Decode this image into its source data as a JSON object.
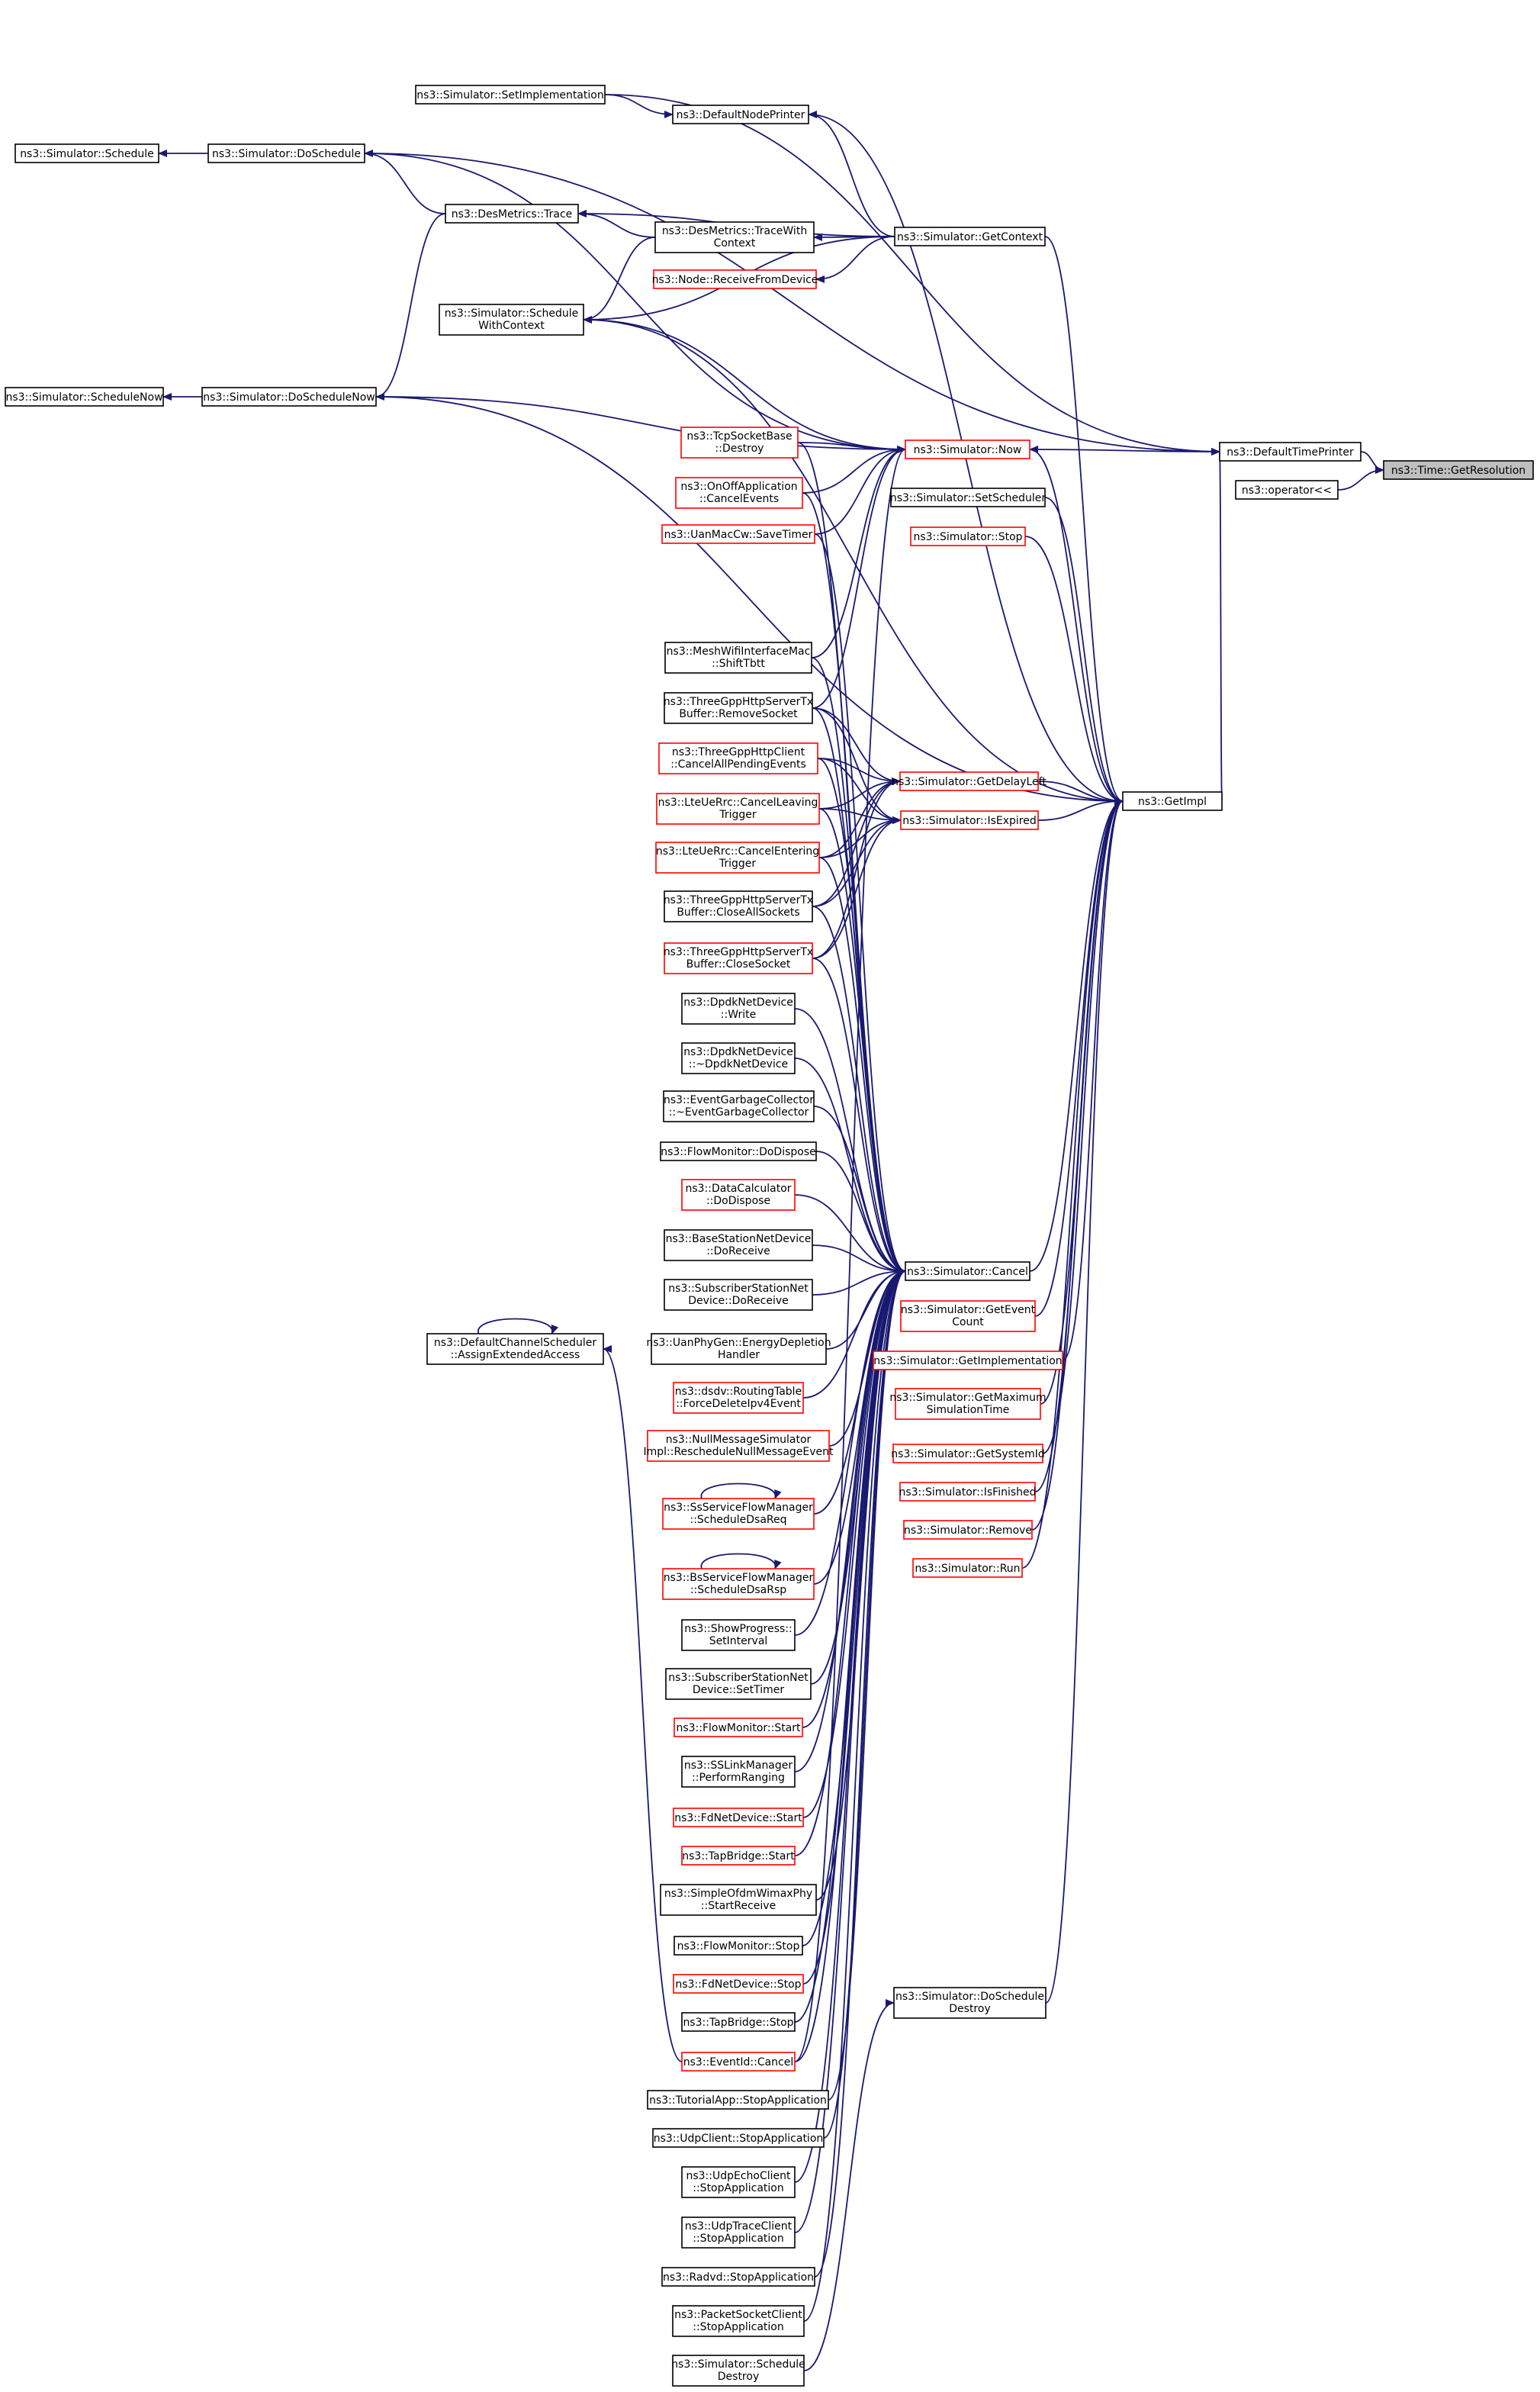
{
  "diagram": {
    "nodes": [
      {
        "id": "GR",
        "lines": [
          "ns3::Time::GetResolution"
        ],
        "style": "grey"
      },
      {
        "id": "DTP",
        "lines": [
          "ns3::DefaultTimePrinter"
        ],
        "style": "black"
      },
      {
        "id": "OPL",
        "lines": [
          "ns3::operator<<"
        ],
        "style": "black"
      },
      {
        "id": "NOW",
        "lines": [
          "ns3::Simulator::Now"
        ],
        "style": "red"
      },
      {
        "id": "GIMPL",
        "lines": [
          "ns3::GetImpl"
        ],
        "style": "black"
      },
      {
        "id": "SIMPL",
        "lines": [
          "ns3::Simulator::SetImplementation"
        ],
        "style": "black"
      },
      {
        "id": "DNP",
        "lines": [
          "ns3::DefaultNodePrinter"
        ],
        "style": "black"
      },
      {
        "id": "SCH",
        "lines": [
          "ns3::Simulator::Schedule"
        ],
        "style": "black"
      },
      {
        "id": "DOSCH",
        "lines": [
          "ns3::Simulator::DoSchedule"
        ],
        "style": "black"
      },
      {
        "id": "DMT",
        "lines": [
          "ns3::DesMetrics::Trace"
        ],
        "style": "black"
      },
      {
        "id": "DMTC",
        "lines": [
          "ns3::DesMetrics::TraceWith",
          "Context"
        ],
        "style": "black"
      },
      {
        "id": "GCTX",
        "lines": [
          "ns3::Simulator::GetContext"
        ],
        "style": "black"
      },
      {
        "id": "NRD",
        "lines": [
          "ns3::Node::ReceiveFromDevice"
        ],
        "style": "red"
      },
      {
        "id": "SWC",
        "lines": [
          "ns3::Simulator::Schedule",
          "WithContext"
        ],
        "style": "black"
      },
      {
        "id": "SNOW",
        "lines": [
          "ns3::Simulator::ScheduleNow"
        ],
        "style": "black"
      },
      {
        "id": "DSNOW",
        "lines": [
          "ns3::Simulator::DoScheduleNow"
        ],
        "style": "black"
      },
      {
        "id": "TCPD",
        "lines": [
          "ns3::TcpSocketBase",
          "::Destroy"
        ],
        "style": "red"
      },
      {
        "id": "OOCE",
        "lines": [
          "ns3::OnOffApplication",
          "::CancelEvents"
        ],
        "style": "red"
      },
      {
        "id": "UMCW",
        "lines": [
          "ns3::UanMacCw::SaveTimer"
        ],
        "style": "red"
      },
      {
        "id": "SSCH",
        "lines": [
          "ns3::Simulator::SetScheduler"
        ],
        "style": "black"
      },
      {
        "id": "STOP",
        "lines": [
          "ns3::Simulator::Stop"
        ],
        "style": "red"
      },
      {
        "id": "MWST",
        "lines": [
          "ns3::MeshWifiInterfaceMac",
          "::ShiftTbtt"
        ],
        "style": "black"
      },
      {
        "id": "TGRS",
        "lines": [
          "ns3::ThreeGppHttpServerTx",
          "Buffer::RemoveSocket"
        ],
        "style": "black"
      },
      {
        "id": "TGCP",
        "lines": [
          "ns3::ThreeGppHttpClient",
          "::CancelAllPendingEvents"
        ],
        "style": "red"
      },
      {
        "id": "GDL",
        "lines": [
          "ns3::Simulator::GetDelayLeft"
        ],
        "style": "red"
      },
      {
        "id": "ISEXP",
        "lines": [
          "ns3::Simulator::IsExpired"
        ],
        "style": "red"
      },
      {
        "id": "LCLT",
        "lines": [
          "ns3::LteUeRrc::CancelLeaving",
          "Trigger"
        ],
        "style": "red"
      },
      {
        "id": "LCET",
        "lines": [
          "ns3::LteUeRrc::CancelEntering",
          "Trigger"
        ],
        "style": "red"
      },
      {
        "id": "TGCA",
        "lines": [
          "ns3::ThreeGppHttpServerTx",
          "Buffer::CloseAllSockets"
        ],
        "style": "black"
      },
      {
        "id": "TGCS",
        "lines": [
          "ns3::ThreeGppHttpServerTx",
          "Buffer::CloseSocket"
        ],
        "style": "red"
      },
      {
        "id": "DPW",
        "lines": [
          "ns3::DpdkNetDevice",
          "::Write"
        ],
        "style": "black"
      },
      {
        "id": "DPD",
        "lines": [
          "ns3::DpdkNetDevice",
          "::~DpdkNetDevice"
        ],
        "style": "black"
      },
      {
        "id": "EGC",
        "lines": [
          "ns3::EventGarbageCollector",
          "::~EventGarbageCollector"
        ],
        "style": "black"
      },
      {
        "id": "FMDD",
        "lines": [
          "ns3::FlowMonitor::DoDispose"
        ],
        "style": "black"
      },
      {
        "id": "DCDD",
        "lines": [
          "ns3::DataCalculator",
          "::DoDispose"
        ],
        "style": "red"
      },
      {
        "id": "BSDR",
        "lines": [
          "ns3::BaseStationNetDevice",
          "::DoReceive"
        ],
        "style": "black"
      },
      {
        "id": "CANCEL",
        "lines": [
          "ns3::Simulator::Cancel"
        ],
        "style": "black"
      },
      {
        "id": "SSDR",
        "lines": [
          "ns3::SubscriberStationNet",
          "Device::DoReceive"
        ],
        "style": "black"
      },
      {
        "id": "GEC",
        "lines": [
          "ns3::Simulator::GetEvent",
          "Count"
        ],
        "style": "red"
      },
      {
        "id": "DCS",
        "lines": [
          "ns3::DefaultChannelScheduler",
          "::AssignExtendedAccess"
        ],
        "style": "black"
      },
      {
        "id": "UPG",
        "lines": [
          "ns3::UanPhyGen::EnergyDepletion",
          "Handler"
        ],
        "style": "black"
      },
      {
        "id": "GIM",
        "lines": [
          "ns3::Simulator::GetImplementation"
        ],
        "style": "red"
      },
      {
        "id": "DSDV",
        "lines": [
          "ns3::dsdv::RoutingTable",
          "::ForceDeleteIpv4Event"
        ],
        "style": "red"
      },
      {
        "id": "GMST",
        "lines": [
          "ns3::Simulator::GetMaximum",
          "SimulationTime"
        ],
        "style": "red"
      },
      {
        "id": "NMS",
        "lines": [
          "ns3::NullMessageSimulator",
          "Impl::RescheduleNullMessageEvent"
        ],
        "style": "red"
      },
      {
        "id": "GSID",
        "lines": [
          "ns3::Simulator::GetSystemId"
        ],
        "style": "red"
      },
      {
        "id": "ISFIN",
        "lines": [
          "ns3::Simulator::IsFinished"
        ],
        "style": "red"
      },
      {
        "id": "SSFM",
        "lines": [
          "ns3::SsServiceFlowManager",
          "::ScheduleDsaReq"
        ],
        "style": "red"
      },
      {
        "id": "REM",
        "lines": [
          "ns3::Simulator::Remove"
        ],
        "style": "red"
      },
      {
        "id": "RUN",
        "lines": [
          "ns3::Simulator::Run"
        ],
        "style": "red"
      },
      {
        "id": "BSFM",
        "lines": [
          "ns3::BsServiceFlowManager",
          "::ScheduleDsaRsp"
        ],
        "style": "red"
      },
      {
        "id": "SPSI",
        "lines": [
          "ns3::ShowProgress::",
          "SetInterval"
        ],
        "style": "black"
      },
      {
        "id": "SSST",
        "lines": [
          "ns3::SubscriberStationNet",
          "Device::SetTimer"
        ],
        "style": "black"
      },
      {
        "id": "FMS",
        "lines": [
          "ns3::FlowMonitor::Start"
        ],
        "style": "red"
      },
      {
        "id": "SSLM",
        "lines": [
          "ns3::SSLinkManager",
          "::PerformRanging"
        ],
        "style": "black"
      },
      {
        "id": "FDS",
        "lines": [
          "ns3::FdNetDevice::Start"
        ],
        "style": "red"
      },
      {
        "id": "TBS",
        "lines": [
          "ns3::TapBridge::Start"
        ],
        "style": "red"
      },
      {
        "id": "SOWP",
        "lines": [
          "ns3::SimpleOfdmWimaxPhy",
          "::StartReceive"
        ],
        "style": "black"
      },
      {
        "id": "FMST",
        "lines": [
          "ns3::FlowMonitor::Stop"
        ],
        "style": "black"
      },
      {
        "id": "FDST",
        "lines": [
          "ns3::FdNetDevice::Stop"
        ],
        "style": "red"
      },
      {
        "id": "SDD",
        "lines": [
          "ns3::Simulator::DoSchedule",
          "Destroy"
        ],
        "style": "black"
      },
      {
        "id": "TBST",
        "lines": [
          "ns3::TapBridge::Stop"
        ],
        "style": "black"
      },
      {
        "id": "EIDC",
        "lines": [
          "ns3::EventId::Cancel"
        ],
        "style": "red"
      },
      {
        "id": "TASA",
        "lines": [
          "ns3::TutorialApp::StopApplication"
        ],
        "style": "black"
      },
      {
        "id": "UCSA",
        "lines": [
          "ns3::UdpClient::StopApplication"
        ],
        "style": "black"
      },
      {
        "id": "UECS",
        "lines": [
          "ns3::UdpEchoClient",
          "::StopApplication"
        ],
        "style": "black"
      },
      {
        "id": "UTCS",
        "lines": [
          "ns3::UdpTraceClient",
          "::StopApplication"
        ],
        "style": "black"
      },
      {
        "id": "RVSA",
        "lines": [
          "ns3::Radvd::StopApplication"
        ],
        "style": "black"
      },
      {
        "id": "PSCS",
        "lines": [
          "ns3::PacketSocketClient",
          "::StopApplication"
        ],
        "style": "black"
      },
      {
        "id": "SDEST",
        "lines": [
          "ns3::Simulator::Schedule",
          "Destroy"
        ],
        "style": "black"
      }
    ]
  }
}
